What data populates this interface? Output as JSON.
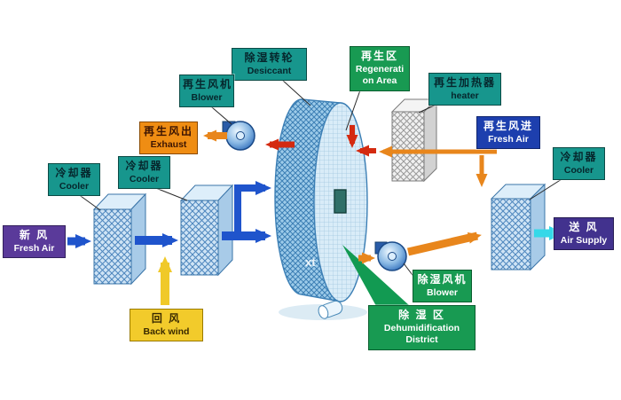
{
  "watermark": "xt",
  "labels": {
    "desiccant": {
      "cn": "除湿转轮",
      "en": "Desiccant"
    },
    "regeneration_area": {
      "cn": "再生区",
      "en1": "Regenerati",
      "en2": "on Area"
    },
    "regen_heater": {
      "cn": "再生加热器",
      "en": "heater"
    },
    "regen_blower": {
      "cn": "再生风机",
      "en": "Blower"
    },
    "regen_exhaust": {
      "cn": "再生风出",
      "en": "Exhaust"
    },
    "regen_fresh_air": {
      "cn": "再生风进",
      "en": "Fresh Air"
    },
    "cooler_right": {
      "cn": "冷却器",
      "en": "Cooler"
    },
    "cooler_left_1": {
      "cn": "冷却器",
      "en": "Cooler"
    },
    "cooler_left_2": {
      "cn": "冷却器",
      "en": "Cooler"
    },
    "fresh_air_in": {
      "cn": "新 风",
      "en": "Fresh Air"
    },
    "air_supply": {
      "cn": "送 风",
      "en": "Air Supply"
    },
    "back_wind": {
      "cn": "回 风",
      "en": "Back wind"
    },
    "dehumid_blower": {
      "cn": "除湿风机",
      "en": "Blower"
    },
    "dehumid_district": {
      "cn": "除 湿 区",
      "en1": "Dehumidification",
      "en2": "District"
    }
  },
  "colors": {
    "teal_label": "#17968d",
    "green_label": "#189a52",
    "orange_label": "#ef8d13",
    "blue_label": "#1d3fae",
    "purple_label": "#5a3a9a",
    "indigo_label": "#42328e",
    "yellow_label": "#f2cb2b",
    "arrow_blue": "#1f54cc",
    "arrow_yellow": "#f0c929",
    "arrow_red": "#d42a10",
    "arrow_orange": "#e8861c",
    "arrow_cyan": "#35d8e8"
  }
}
